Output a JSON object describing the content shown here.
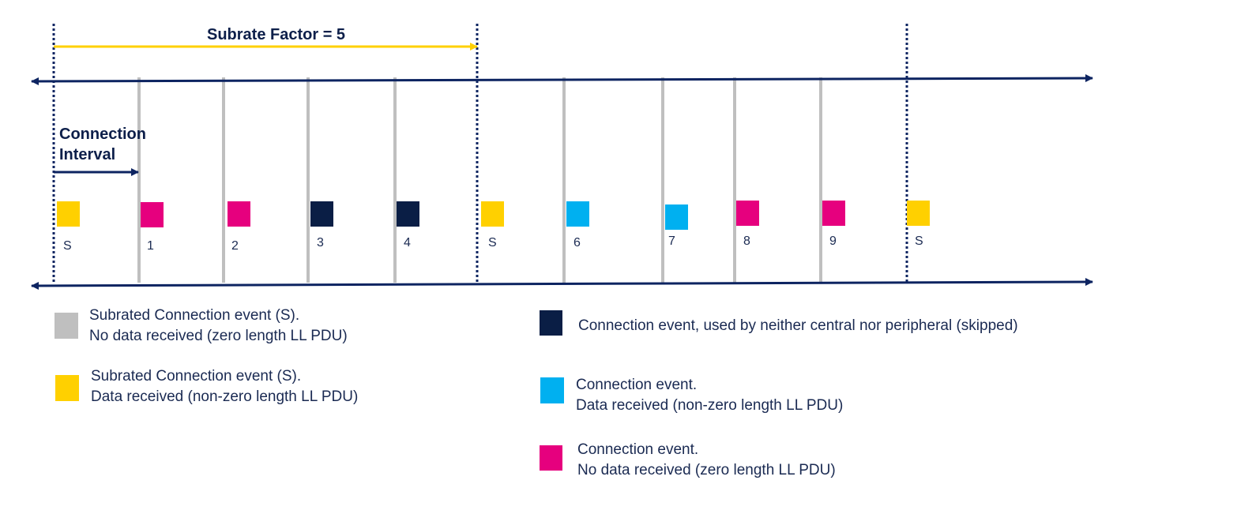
{
  "colors": {
    "axis": "#0d2461",
    "grid": "#bfbfbf",
    "yellow_arrow": "#ffd000",
    "subrated_no_data": "#bfbfbf",
    "subrated_data": "#ffd000",
    "skipped": "#0a1e45",
    "data": "#00b0f0",
    "no_data": "#e6007e"
  },
  "header": {
    "subrate_factor": "Subrate Factor = 5",
    "connection_interval_line1": "Connection",
    "connection_interval_line2": "Interval"
  },
  "events": [
    {
      "label": "S",
      "kind": "subrated_data",
      "boundary": true
    },
    {
      "label": "1",
      "kind": "no_data",
      "boundary": false
    },
    {
      "label": "2",
      "kind": "no_data",
      "boundary": false
    },
    {
      "label": "3",
      "kind": "skipped",
      "boundary": false
    },
    {
      "label": "4",
      "kind": "skipped",
      "boundary": false
    },
    {
      "label": "S",
      "kind": "subrated_data",
      "boundary": true
    },
    {
      "label": "6",
      "kind": "data",
      "boundary": false
    },
    {
      "label": "7",
      "kind": "data",
      "boundary": false
    },
    {
      "label": "8",
      "kind": "no_data",
      "boundary": false
    },
    {
      "label": "9",
      "kind": "no_data",
      "boundary": false
    },
    {
      "label": "S",
      "kind": "subrated_data",
      "boundary": true
    }
  ],
  "legend": {
    "subrated_no_data": {
      "line1": "Subrated Connection event (S).",
      "line2": "No data received (zero length LL PDU)"
    },
    "subrated_data": {
      "line1": "Subrated Connection event (S).",
      "line2": "Data received (non-zero length LL PDU)"
    },
    "skipped": {
      "line1": "Connection event, used by neither central nor peripheral (skipped)"
    },
    "data": {
      "line1": "Connection event.",
      "line2": "Data received (non-zero length LL PDU)"
    },
    "no_data": {
      "line1": "Connection event.",
      "line2": "No data received (zero length LL PDU)"
    }
  }
}
